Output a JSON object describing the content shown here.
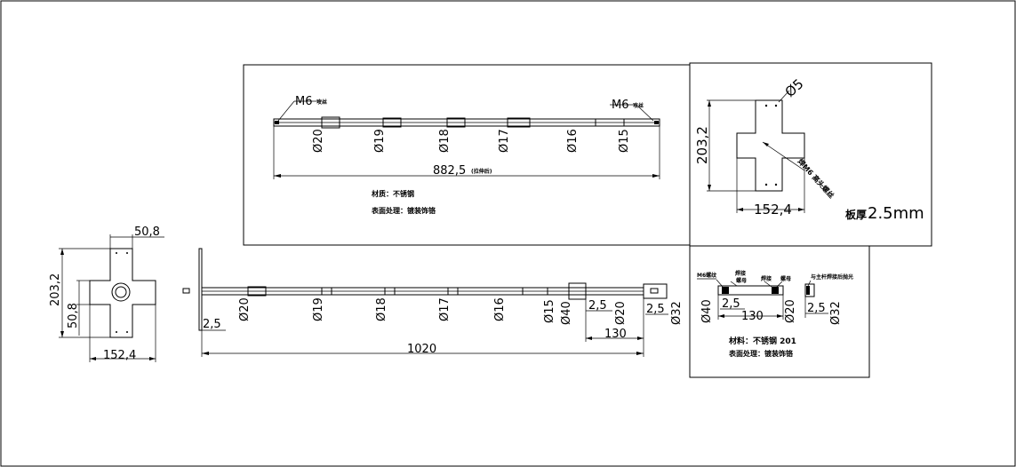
{
  "top_panel": {
    "thread_left": "M6",
    "thread_right": "M6",
    "tap_note": "攻丝",
    "diameters": [
      "Ø20",
      "Ø19",
      "Ø18",
      "Ø17",
      "Ø16",
      "Ø15"
    ],
    "length": "882,5",
    "length_note": "(拉伸后)",
    "material_label": "材质：不锈钢",
    "finish_label": "表面处理：镀装饰铬"
  },
  "plate_panel": {
    "hole_dia": "Ø5",
    "stud_note": "焊M6 高头螺丝",
    "height": "203,2",
    "width": "152,4",
    "thickness_label": "板厚",
    "thickness_value": "2.5mm"
  },
  "left_view": {
    "top_width": "50,8",
    "height": "203,2",
    "side": "50,8",
    "width": "152,4"
  },
  "main_rod": {
    "diameters": [
      "Ø20",
      "Ø19",
      "Ø18",
      "Ø17",
      "Ø16",
      "Ø15",
      "Ø40"
    ],
    "plate_thk": "2,5",
    "cap_thk": "2,5",
    "cap_dia1": "Ø20",
    "cap_len": "130",
    "end_thk": "2,5",
    "end_dia": "Ø32",
    "total_length": "1020"
  },
  "detail_panel": {
    "m6_note": "M6螺纹",
    "weld_note": "焊接",
    "label_nut": "螺母",
    "label_weld2": "焊接",
    "side_note": "与主杆焊接后抛光",
    "dia_left": "Ø40",
    "thk": "2,5",
    "length": "130",
    "dia_right": "Ø20",
    "end_thk": "2,5",
    "end_dia": "Ø32",
    "material_label": "材料：不锈钢  201",
    "finish_label": "表面处理：镀装饰铬"
  }
}
